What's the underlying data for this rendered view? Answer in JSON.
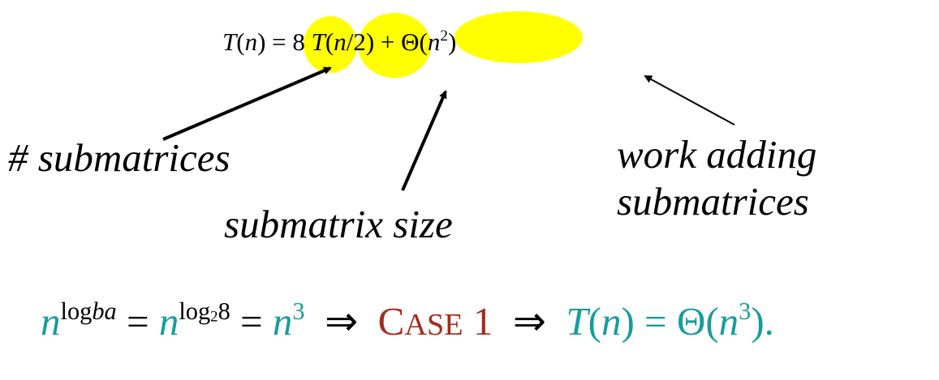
{
  "recurrence": {
    "lhs": "T",
    "lhs_arg": "n",
    "eq": " = ",
    "coef": "8",
    "term_fn": "T",
    "term_n": "n",
    "term_div": "/2",
    "plus": " + ",
    "theta": "Θ",
    "theta_n": "n",
    "theta_exp": "2"
  },
  "labels": {
    "submatrices_count": "# submatrices",
    "submatrix_size": "submatrix size",
    "work_line1": "work adding",
    "work_line2": "submatrices"
  },
  "analysis": {
    "n1": "n",
    "log_b_a_prefix": "log",
    "log_b_a_b": "b",
    "log_b_a_a": "a",
    "eq1": " = ",
    "n2": "n",
    "log2_prefix": "log",
    "log2_base": "2",
    "log2_arg": "8",
    "eq2": " = ",
    "n3": "n",
    "n3_exp": "3",
    "implies1": "⇒",
    "case_c": "C",
    "case_rest": "ASE",
    "case_num": "1",
    "implies2": "⇒",
    "result_T": "T",
    "result_n": "n",
    "result_eq": " = ",
    "result_theta": "Θ",
    "result_theta_n": "n",
    "result_exp": "3",
    "result_end": ")."
  },
  "colors": {
    "highlight": "#ffff00",
    "teal": "#179c9c",
    "case": "#a52a1c"
  }
}
